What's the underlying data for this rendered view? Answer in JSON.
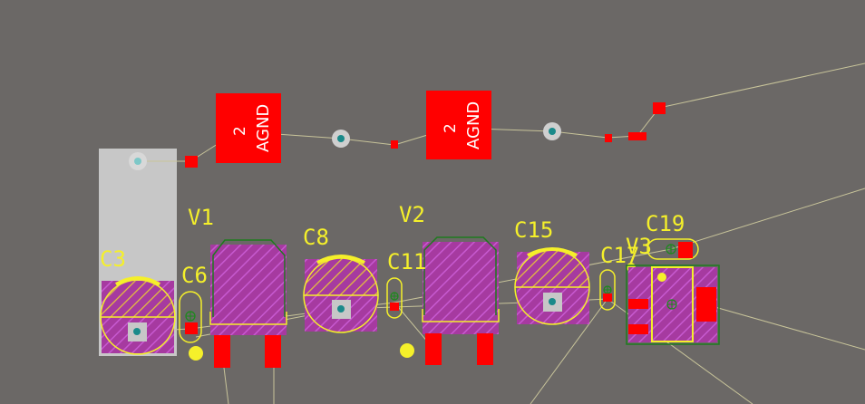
{
  "colors": {
    "board_bg": "#6b6866",
    "copper_pad": "#ff0000",
    "silkscreen": "#f5f02a",
    "ratsnest": "#c8c49a",
    "component_fill": "#a63aa0",
    "component_outline": "#1e7a1e",
    "via_ring": "#cfcfcf",
    "via_hole": "#1a8a8a",
    "selection": "#c7c7c7"
  },
  "pads": [
    {
      "pin": "2",
      "net": "AGND"
    },
    {
      "pin": "2",
      "net": "AGND"
    }
  ],
  "designators": {
    "c3": "C3",
    "c6": "C6",
    "v1": "V1",
    "c8": "C8",
    "c11": "C11",
    "v2": "V2",
    "c15": "C15",
    "c17": "C17",
    "v3": "V3",
    "c19": "C19"
  }
}
